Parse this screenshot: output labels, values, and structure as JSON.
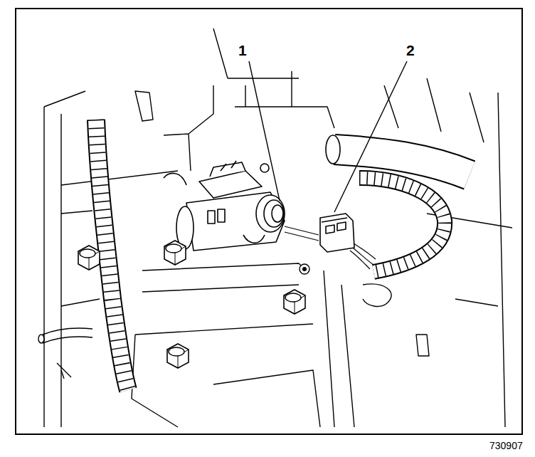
{
  "diagram": {
    "labels": [
      "1",
      "2",
      "730907"
    ]
  }
}
